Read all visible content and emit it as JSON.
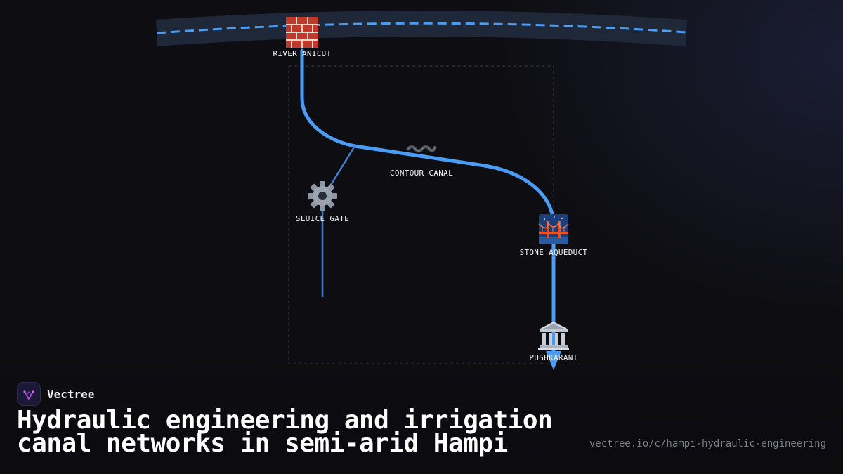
{
  "diagram": {
    "nodes": {
      "anicut": {
        "icon": "brick-wall-icon",
        "label": "RIVER ANICUT"
      },
      "canal": {
        "icon": "wavy-canal-icon",
        "label": "CONTOUR CANAL"
      },
      "sluice": {
        "icon": "gear-icon",
        "label": "SLUICE GATE"
      },
      "aqueduct": {
        "icon": "bridge-at-night-icon",
        "label": "STONE AQUEDUCT"
      },
      "pushkarani": {
        "icon": "classical-building-icon",
        "label": "PUSHKARANI"
      }
    },
    "colors": {
      "flow": "#4a9cf5",
      "river_band": "#1f2838",
      "frame": "#3a3d45"
    }
  },
  "brand": {
    "name": "Vectree",
    "logo_icon": "vectree-logo-icon"
  },
  "title": "Hydraulic engineering and irrigation canal networks in semi-arid Hampi",
  "url": "vectree.io/c/hampi-hydraulic-engineering"
}
